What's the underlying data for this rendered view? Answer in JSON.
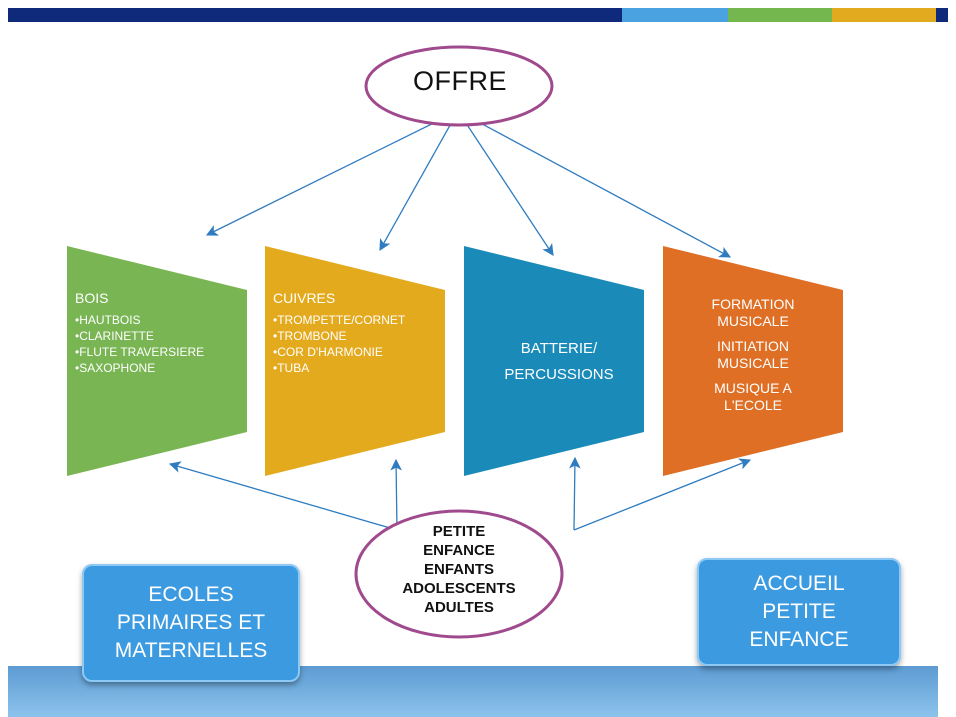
{
  "colors": {
    "navy": "#0f2a7a",
    "light_blue": "#4aa3e0",
    "green": "#74b74f",
    "yellow": "#e2ab1f",
    "bois": "#79b553",
    "cuivres": "#e4aa1e",
    "batterie": "#1a8bb9",
    "formation": "#de6f24",
    "ellipse_border": "#a04a8e",
    "arrow": "#2f7cc0"
  },
  "offre": {
    "label": "OFFRE"
  },
  "shapes": [
    {
      "key": "bois",
      "title": "BOIS",
      "items": [
        "•HAUTBOIS",
        "•CLARINETTE",
        "•FLUTE TRAVERSIERE",
        "•SAXOPHONE"
      ]
    },
    {
      "key": "cuivres",
      "title": "CUIVRES",
      "items": [
        "•TROMPETTE/CORNET",
        "•TROMBONE",
        "•COR D'HARMONIE",
        "•TUBA"
      ]
    },
    {
      "key": "batterie",
      "lines": [
        "BATTERIE/",
        "PERCUSSIONS"
      ]
    },
    {
      "key": "formation",
      "lines": [
        "FORMATION",
        "MUSICALE",
        "INITIATION",
        "MUSICALE",
        "MUSIQUE A",
        "L'ECOLE"
      ]
    }
  ],
  "public": {
    "lines": [
      "PETITE",
      "ENFANCE",
      "ENFANTS",
      "ADOLESCENTS",
      "ADULTES"
    ]
  },
  "ecoles": {
    "lines": [
      "ECOLES",
      "PRIMAIRES ET",
      "MATERNELLES"
    ]
  },
  "accueil": {
    "lines": [
      "ACCUEIL",
      "PETITE",
      "ENFANCE"
    ]
  }
}
